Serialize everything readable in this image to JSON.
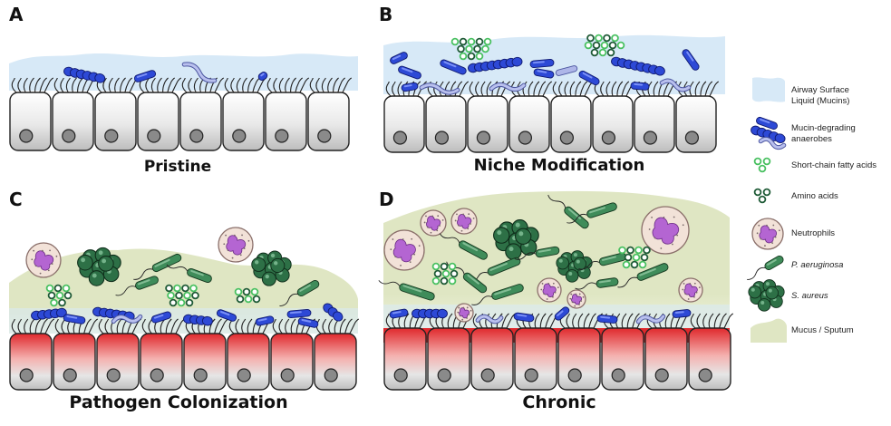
{
  "panels": [
    {
      "letter": "A",
      "title": "Pristine"
    },
    {
      "letter": "B",
      "title": "Niche Modification"
    },
    {
      "letter": "C",
      "title": "Pathogen Colonization"
    },
    {
      "letter": "D",
      "title": "Chronic"
    }
  ],
  "legend": [
    {
      "label_line1": "Airway Surface",
      "label_line2": "Liquid (Mucins)",
      "icon": "airway-surface-liquid-swatch"
    },
    {
      "label_line1": "Mucin-degrading",
      "label_line2": "anaerobes",
      "icon": "anaerobe-rods-icon"
    },
    {
      "label_line1": "Short-chain fatty acids",
      "label_line2": "",
      "icon": "scfa-circles-icon"
    },
    {
      "label_line1": "Amino acids",
      "label_line2": "",
      "icon": "amino-acid-circles-icon"
    },
    {
      "label_line1": "Neutrophils",
      "label_line2": "",
      "icon": "neutrophil-icon"
    },
    {
      "label_line1": "P. aeruginosa",
      "label_line2": "",
      "icon": "p-aeruginosa-rod-icon"
    },
    {
      "label_line1": "S. aureus",
      "label_line2": "",
      "icon": "s-aureus-cluster-icon"
    },
    {
      "label_line1": "Mucus / Sputum",
      "label_line2": "",
      "icon": "mucus-swatch"
    }
  ],
  "colors": {
    "asl": "#d7e9f7",
    "mucus": "#dfe6c3",
    "anaerobe": "#2d49d6",
    "scfa": "#48c060",
    "amino": "#1e5a36",
    "pa": "#3f8c5a",
    "sa": "#2d7046",
    "neutro": "#f2e2d8",
    "nucleus": "#b465d2",
    "inflam": "#e0282c"
  }
}
